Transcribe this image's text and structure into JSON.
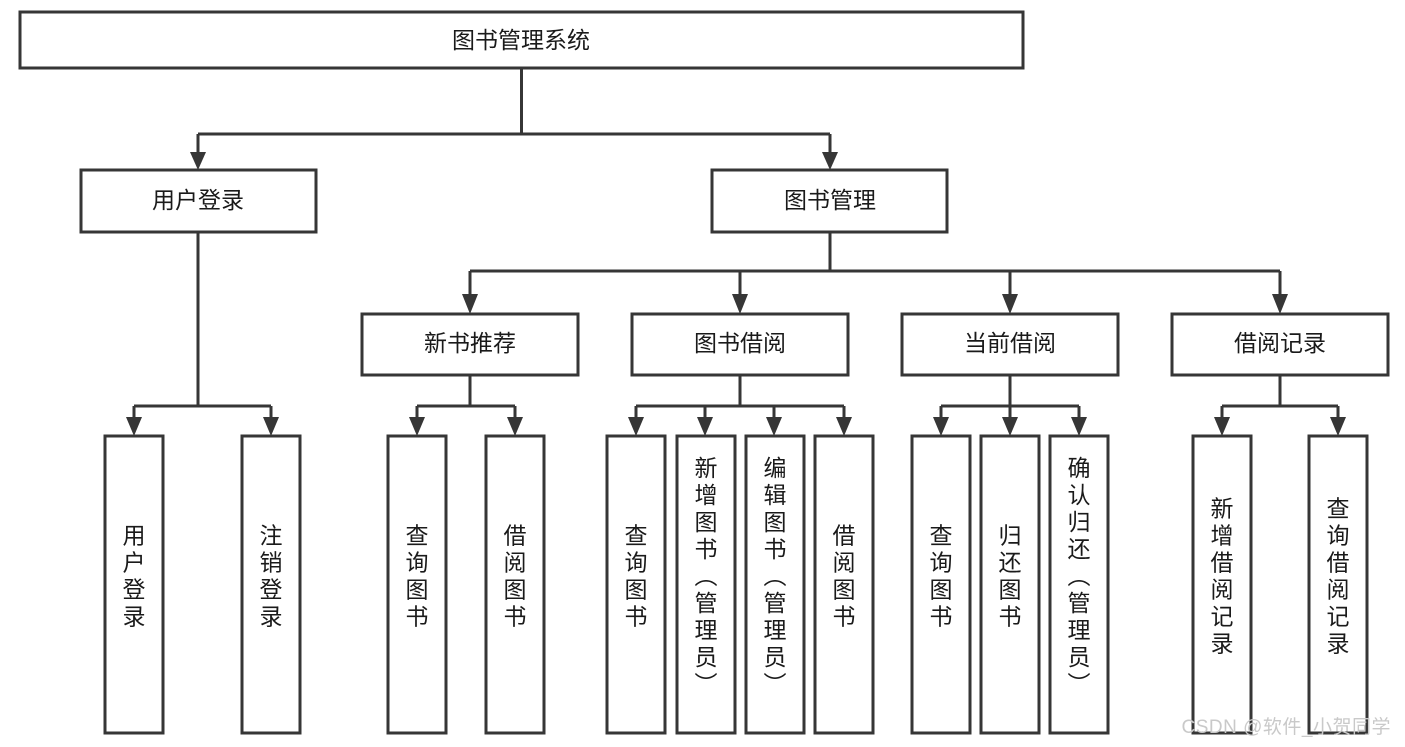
{
  "diagram": {
    "type": "hierarchy-tree",
    "title": "图书管理系统",
    "watermark": "CSDN @软件_小贺同学",
    "colors": {
      "stroke": "#363636",
      "fill": "#ffffff",
      "text": "#1a1a1a",
      "watermark": "#c9c9c9"
    },
    "levels": {
      "level0": [
        "图书管理系统"
      ],
      "level1": [
        "用户登录",
        "图书管理"
      ],
      "level2": [
        "新书推荐",
        "图书借阅",
        "当前借阅",
        "借阅记录"
      ],
      "level3": [
        "用户登录",
        "注销登录",
        "查询图书",
        "借阅图书",
        "查询图书",
        "新增图书（管理员）",
        "编辑图书（管理员）",
        "借阅图书",
        "查询图书",
        "归还图书",
        "确认归还（管理员）",
        "新增借阅记录",
        "查询借阅记录"
      ]
    },
    "nodes": {
      "root": {
        "label": "图书管理系统"
      },
      "user_login": {
        "label": "用户登录"
      },
      "book_mgmt": {
        "label": "图书管理"
      },
      "new_book_rec": {
        "label": "新书推荐"
      },
      "book_borrow": {
        "label": "图书借阅"
      },
      "current_borrow": {
        "label": "当前借阅"
      },
      "borrow_record": {
        "label": "借阅记录"
      },
      "leaf_user_login": {
        "label": "用户登录"
      },
      "leaf_logout": {
        "label": "注销登录"
      },
      "leaf_query_book_1": {
        "label": "查询图书"
      },
      "leaf_borrow_book_1": {
        "label": "借阅图书"
      },
      "leaf_query_book_2": {
        "label": "查询图书"
      },
      "leaf_add_book": {
        "label": "新增图书（管理员）"
      },
      "leaf_edit_book": {
        "label": "编辑图书（管理员）"
      },
      "leaf_borrow_book_2": {
        "label": "借阅图书"
      },
      "leaf_query_book_3": {
        "label": "查询图书"
      },
      "leaf_return_book": {
        "label": "归还图书"
      },
      "leaf_confirm_return": {
        "label": "确认归还（管理员）"
      },
      "leaf_add_record": {
        "label": "新增借阅记录"
      },
      "leaf_query_record": {
        "label": "查询借阅记录"
      }
    },
    "edges": [
      {
        "from": "root",
        "to": "user_login"
      },
      {
        "from": "root",
        "to": "book_mgmt"
      },
      {
        "from": "user_login",
        "to": "leaf_user_login"
      },
      {
        "from": "user_login",
        "to": "leaf_logout"
      },
      {
        "from": "book_mgmt",
        "to": "new_book_rec"
      },
      {
        "from": "book_mgmt",
        "to": "book_borrow"
      },
      {
        "from": "book_mgmt",
        "to": "current_borrow"
      },
      {
        "from": "book_mgmt",
        "to": "borrow_record"
      },
      {
        "from": "new_book_rec",
        "to": "leaf_query_book_1"
      },
      {
        "from": "new_book_rec",
        "to": "leaf_borrow_book_1"
      },
      {
        "from": "book_borrow",
        "to": "leaf_query_book_2"
      },
      {
        "from": "book_borrow",
        "to": "leaf_add_book"
      },
      {
        "from": "book_borrow",
        "to": "leaf_edit_book"
      },
      {
        "from": "book_borrow",
        "to": "leaf_borrow_book_2"
      },
      {
        "from": "current_borrow",
        "to": "leaf_query_book_3"
      },
      {
        "from": "current_borrow",
        "to": "leaf_return_book"
      },
      {
        "from": "current_borrow",
        "to": "leaf_confirm_return"
      },
      {
        "from": "borrow_record",
        "to": "leaf_add_record"
      },
      {
        "from": "borrow_record",
        "to": "leaf_query_record"
      }
    ]
  }
}
